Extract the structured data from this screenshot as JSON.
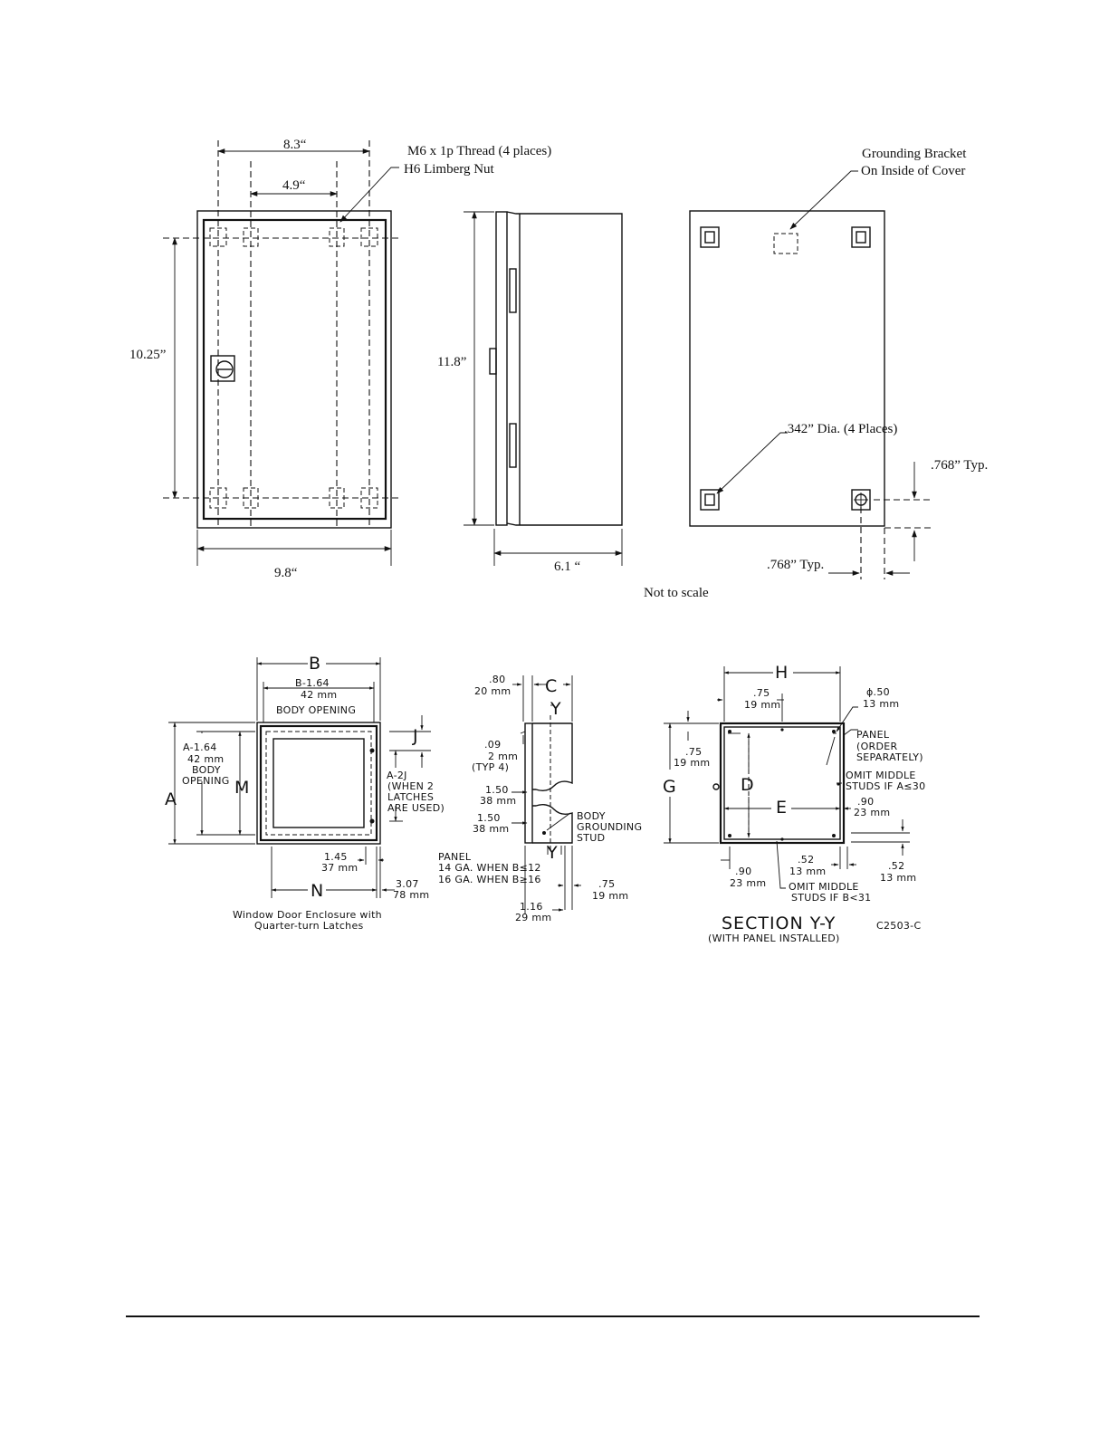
{
  "top": {
    "front": {
      "width_top": "8.3“",
      "width_inner": "4.9“",
      "height_left": "10.25”",
      "width_bottom": "9.8“",
      "thread_line1": "M6 x 1p Thread (4 places)",
      "thread_line2": "H6 Limberg Nut"
    },
    "side": {
      "height": "11.8”",
      "depth": "6.1 “"
    },
    "back": {
      "bracket_line1": "Grounding Bracket",
      "bracket_line2": "On Inside of Cover",
      "hole_dia": ".342” Dia. (4 Places)",
      "typ_right": ".768” Typ.",
      "typ_bottom": ".768” Typ."
    },
    "note": "Not to scale"
  },
  "bottom": {
    "left": {
      "B": "B",
      "B164": "B-1.64",
      "mm42": "42 mm",
      "body_opening": "BODY OPENING",
      "A164": "A-1.64",
      "a_mm42": "42 mm",
      "a_body": "BODY",
      "a_opening": "OPENING",
      "A": "A",
      "M": "M",
      "J": "J",
      "A2J": "A-2J",
      "when2": "(WHEN 2",
      "latches": "LATCHES",
      "areused": "ARE USED)",
      "d145": "1.45",
      "d37": "37 mm",
      "N": "N",
      "d307": "3.07",
      "d78": "78 mm",
      "caption1": "Window Door Enclosure with",
      "caption2": "Quarter-turn Latches"
    },
    "middle": {
      "d80": ".80",
      "d20": "20 mm",
      "C": "C",
      "Y1": "Y",
      "d09": ".09",
      "d2": "2 mm",
      "typ4": "(TYP 4)",
      "d150a": "1.50",
      "d38a": "38 mm",
      "d150b": "1.50",
      "d38b": "38 mm",
      "body": "BODY",
      "grounding": "GROUNDING",
      "stud": "STUD",
      "Y2": "Y",
      "panel": "PANEL",
      "ga14": "14 GA. WHEN B≤12",
      "ga16": "16 GA. WHEN B≥16",
      "d75": ".75",
      "d19": "19 mm",
      "d116": "1.16",
      "d29": "29 mm"
    },
    "right": {
      "H": "H",
      "d75a": ".75",
      "d19a": "19 mm",
      "dia50": "ϕ.50",
      "d13a": "13 mm",
      "panel": "PANEL",
      "order": "(ORDER",
      "separately": "SEPARATELY)",
      "d75b": ".75",
      "d19b": "19 mm",
      "G": "G",
      "D": "D",
      "omit1a": "OMIT MIDDLE",
      "omit1b": "STUDS IF A≤30",
      "E": "E",
      "d90a": ".90",
      "d23a": "23 mm",
      "d90b": ".90",
      "d23b": "23 mm",
      "d52a": ".52",
      "d13b": "13 mm",
      "omit2a": "OMIT MIDDLE",
      "omit2b": "STUDS IF B<31",
      "d52b": ".52",
      "d13c": "13 mm",
      "section": "SECTION Y-Y",
      "code": "C2503-C",
      "installed": "(WITH PANEL INSTALLED)"
    }
  }
}
